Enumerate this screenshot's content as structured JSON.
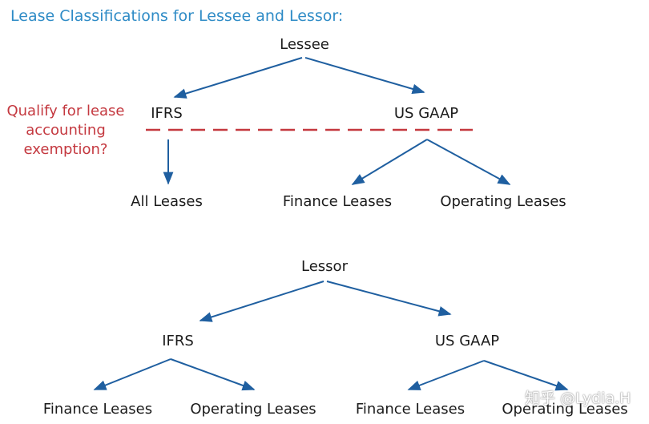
{
  "title": "Lease Classifications for Lessee and Lessor:",
  "lessee": {
    "root": "Lessee",
    "ifrs": "IFRS",
    "usgaap": "US GAAP",
    "question": "Qualify for lease accounting exemption?",
    "ifrs_children": [
      "All Leases"
    ],
    "usgaap_children": [
      "Finance Leases",
      "Operating Leases"
    ]
  },
  "lessor": {
    "root": "Lessor",
    "ifrs": "IFRS",
    "usgaap": "US GAAP",
    "ifrs_children": [
      "Finance Leases",
      "Operating Leases"
    ],
    "usgaap_children": [
      "Finance Leases",
      "Operating Leases"
    ]
  },
  "watermark": "知乎 @Lydia.H",
  "colors": {
    "title": "#2e8bc6",
    "arrow": "#1f5fa0",
    "dashed": "#c4383f",
    "question": "#c4383f",
    "text": "#1b1b1b"
  }
}
